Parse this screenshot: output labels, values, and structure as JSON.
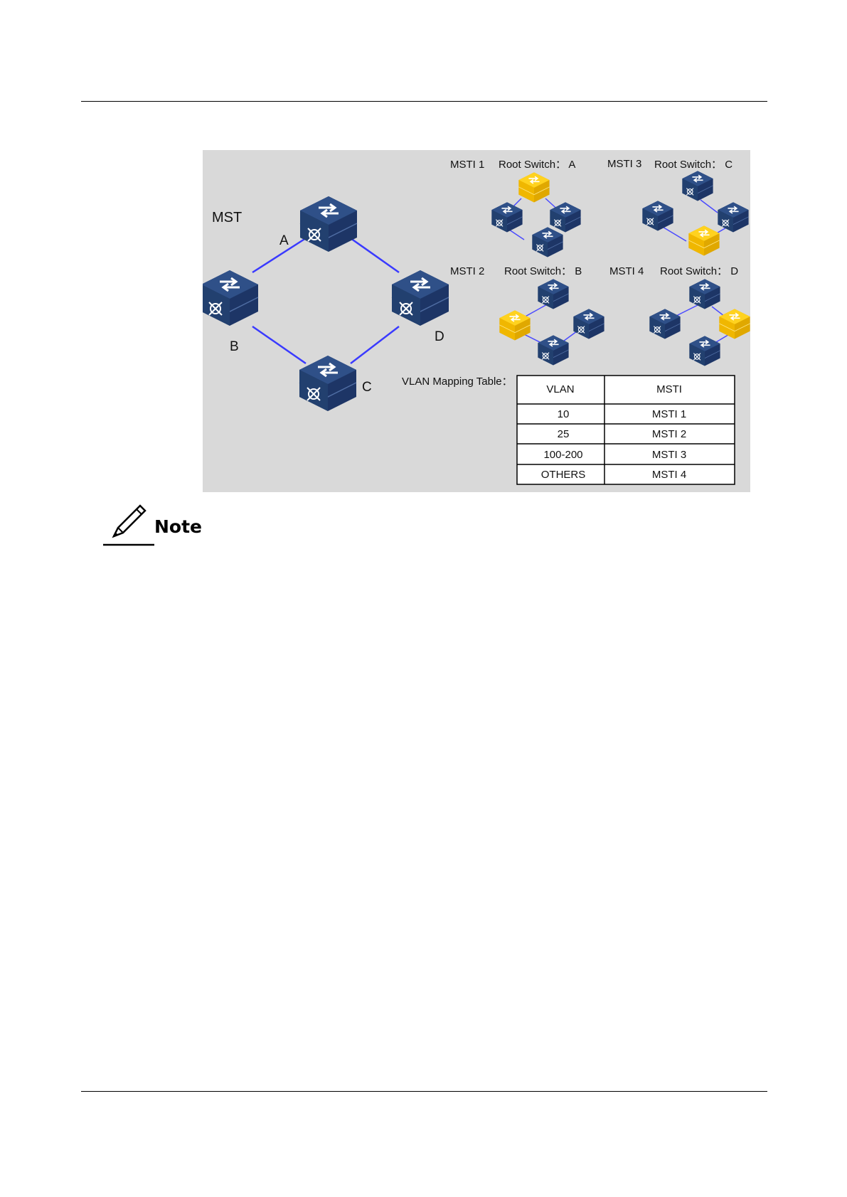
{
  "diagram": {
    "mst_label": "MST",
    "main_nodes": {
      "a": "A",
      "b": "B",
      "c": "C",
      "d": "D"
    },
    "instances": {
      "msti1": {
        "name": "MSTI 1",
        "root": "Root Switch： A"
      },
      "msti2": {
        "name": "MSTI 2",
        "root": "Root Switch： B"
      },
      "msti3": {
        "name": "MSTI 3",
        "root": "Root Switch： C"
      },
      "msti4": {
        "name": "MSTI 4",
        "root": "Root Switch： D"
      }
    },
    "mapping_title": "VLAN Mapping Table：",
    "table": {
      "headers": [
        "VLAN",
        "MSTI"
      ],
      "rows": [
        [
          "10",
          "MSTI 1"
        ],
        [
          "25",
          "MSTI 2"
        ],
        [
          "100-200",
          "MSTI 3"
        ],
        [
          "OTHERS",
          "MSTI 4"
        ]
      ]
    },
    "colors": {
      "background": "#d9d9d9",
      "switch": "#2b4a7e",
      "root": "#f5c400",
      "link": "#3a3aff"
    }
  },
  "note": {
    "label": "Note",
    "icon": "pencil-icon"
  }
}
